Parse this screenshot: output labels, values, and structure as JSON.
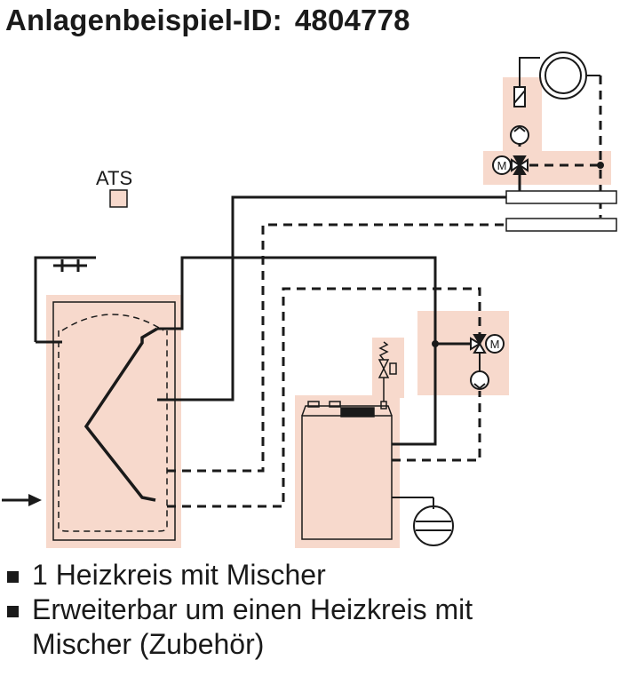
{
  "title": {
    "label": "Anlagenbeispiel-ID:",
    "id": "4804778"
  },
  "diagram": {
    "ats_label": "ATS",
    "motor_symbol": "M",
    "highlight_color": "#f7d9cc",
    "line_color": "#1a1a1a"
  },
  "features": [
    "1 Heizkreis mit Mischer",
    "Erweiterbar um einen Heizkreis mit Mischer (Zubehör)"
  ]
}
